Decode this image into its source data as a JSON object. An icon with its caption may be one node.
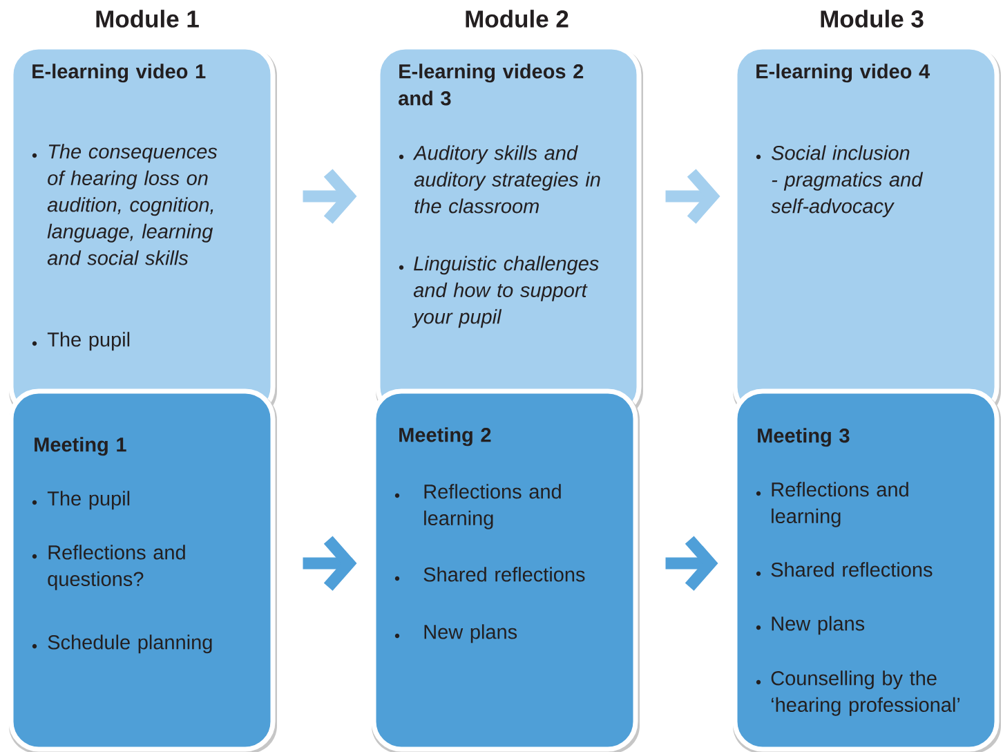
{
  "diagram": {
    "nodes": [
      {
        "text": [
          "E-learning video 1",
          "The consequences of hearing loss on audition, cognition, language, learning and social skills",
          "The pupil"
        ]
      },
      {
        "text": [
          "Meeting 1",
          "The pupil",
          "Reflections and questions?",
          "Schedule planning"
        ]
      },
      {
        "text": [
          "E-learning videos 2 and 3",
          "Auditory skills and auditory strategies in the classroom",
          "Linguistic challenges and how to support your pupil"
        ]
      },
      {
        "text": [
          "Meeting 2",
          "Reflections and learning",
          "Shared reflections",
          "New plans"
        ]
      },
      {
        "text": [
          "E-learning video 4",
          "Social inclusion - pragmatics and self-advocacy"
        ]
      },
      {
        "text": [
          "Meeting 3",
          "Reflections and learning",
          "Shared reflections",
          "New plans",
          "Counselling by the ‘hearing professional’"
        ]
      }
    ],
    "edges": [
      {
        "from": 0,
        "to": 2,
        "arrow": "to",
        "color": "#a4cfee"
      },
      {
        "from": 2,
        "to": 4,
        "arrow": "to",
        "color": "#a4cfee"
      },
      {
        "from": 1,
        "to": 3,
        "arrow": "to",
        "color": "#4f9fd8"
      },
      {
        "from": 3,
        "to": 5,
        "arrow": "to",
        "color": "#4f9fd8"
      }
    ],
    "labels": [
      "Module 1",
      "Module 2",
      "Module 3"
    ]
  }
}
